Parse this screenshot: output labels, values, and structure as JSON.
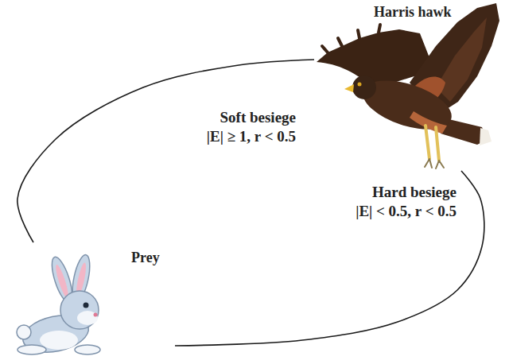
{
  "diagram": {
    "nodes": [
      {
        "text": [
          "Harris hawk"
        ]
      },
      {
        "text": [
          "Prey"
        ]
      }
    ],
    "edges": [
      {
        "from": 0,
        "to": 1,
        "arrow": "none",
        "label": "Soft besiege |E| ≥ 1, r < 0.5"
      },
      {
        "from": 0,
        "to": 1,
        "arrow": "none",
        "label": "Hard besiege |E| < 0.5, r < 0.5"
      }
    ]
  }
}
